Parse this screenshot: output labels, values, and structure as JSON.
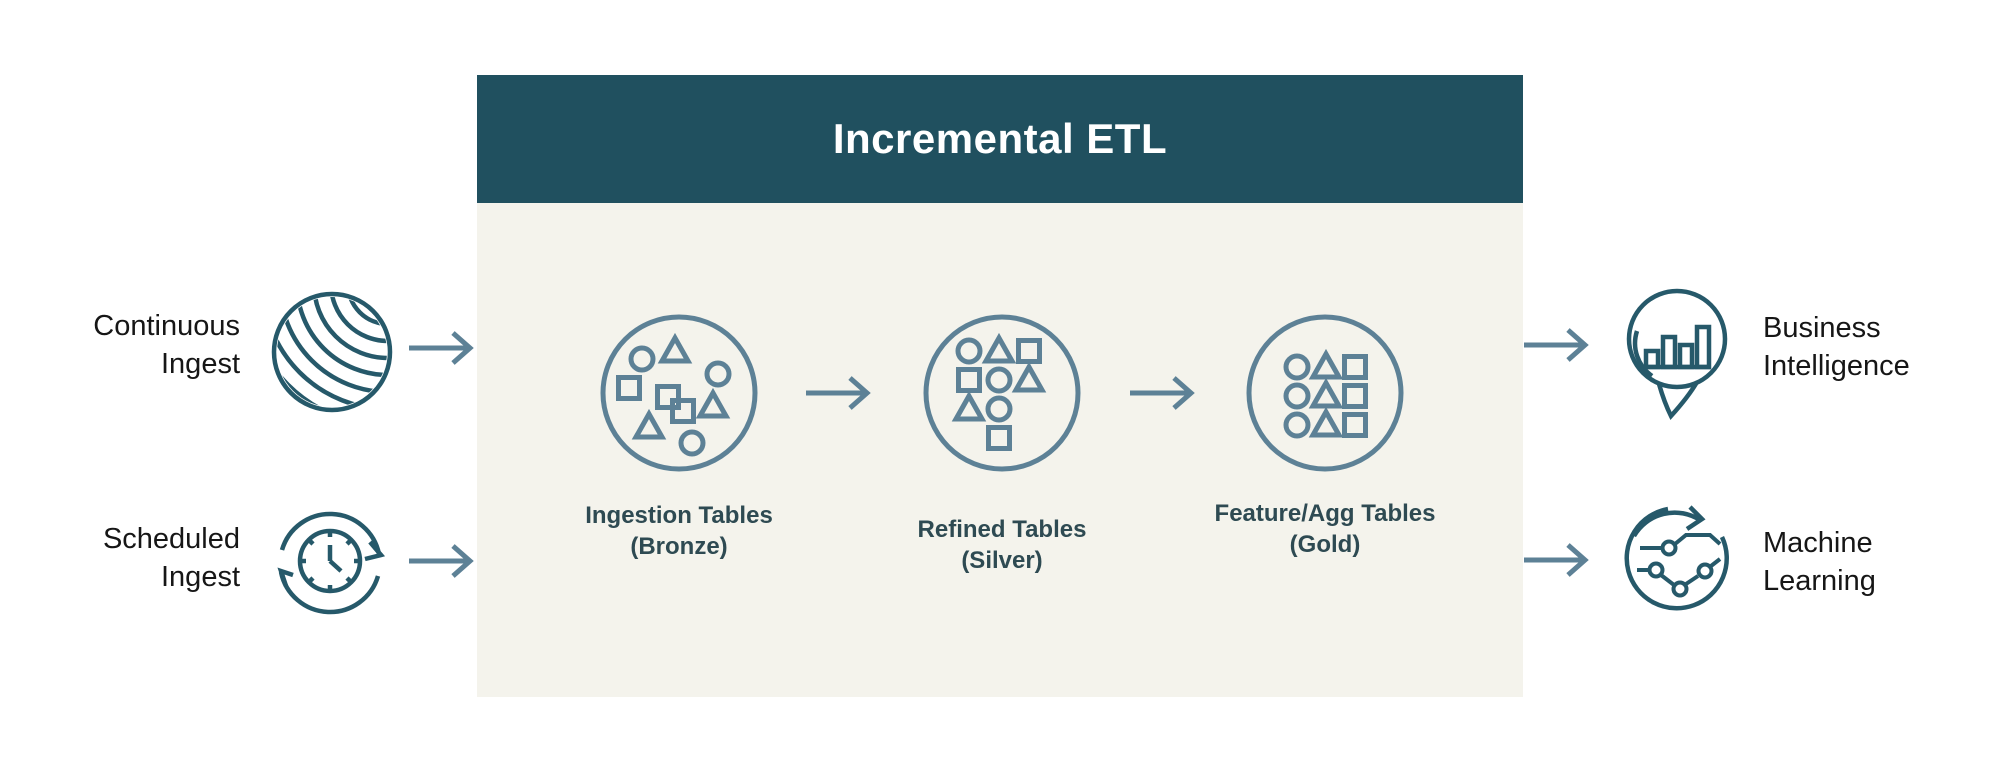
{
  "diagram": {
    "title": "Incremental ETL"
  },
  "inputs": [
    {
      "lines": [
        "Continuous",
        "Ingest"
      ],
      "icon": "striped-sphere-icon"
    },
    {
      "lines": [
        "Scheduled",
        "Ingest"
      ],
      "icon": "clock-refresh-icon"
    }
  ],
  "stages": [
    {
      "lines": [
        "Ingestion Tables",
        "(Bronze)"
      ],
      "icon": "scattered-shapes-circle-icon"
    },
    {
      "lines": [
        "Refined Tables",
        "(Silver)"
      ],
      "icon": "semi-ordered-shapes-circle-icon"
    },
    {
      "lines": [
        "Feature/Agg Tables",
        "(Gold)"
      ],
      "icon": "ordered-shapes-grid-circle-icon"
    }
  ],
  "outputs": [
    {
      "lines": [
        "Business",
        "Intelligence"
      ],
      "icon": "bar-chart-speech-bubble-icon"
    },
    {
      "lines": [
        "Machine",
        "Learning"
      ],
      "icon": "ml-circuit-refresh-icon"
    }
  ],
  "colors": {
    "header_bg": "#20505f",
    "body_bg": "#f4f3ec",
    "icon_dark_teal": "#26596a",
    "icon_slate": "#5d8196",
    "title_text": "#ffffff",
    "outer_label_text": "#161616",
    "stage_label_text": "#2e4a52",
    "page_bg": "#ffffff"
  }
}
